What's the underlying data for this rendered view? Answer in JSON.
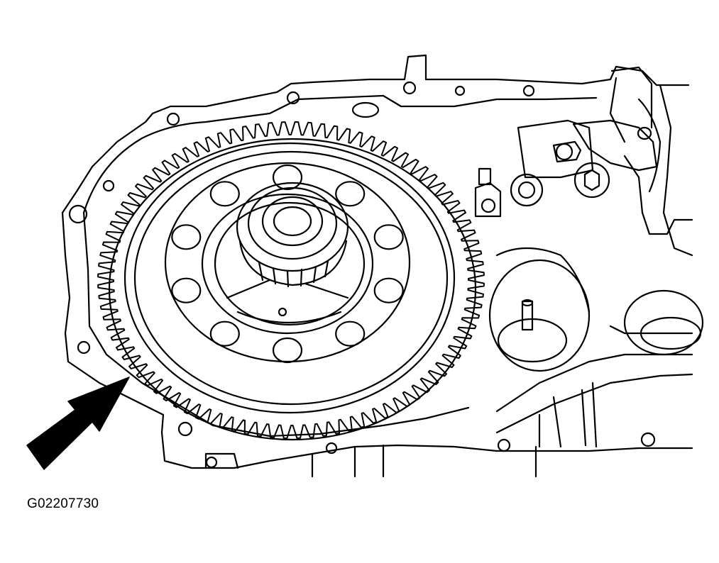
{
  "figure": {
    "code": "G02207730"
  },
  "colors": {
    "ink": "#000000",
    "paper": "#ffffff"
  },
  "parts": {
    "ring_gear_teeth": 92,
    "carrier_holes": 10
  }
}
